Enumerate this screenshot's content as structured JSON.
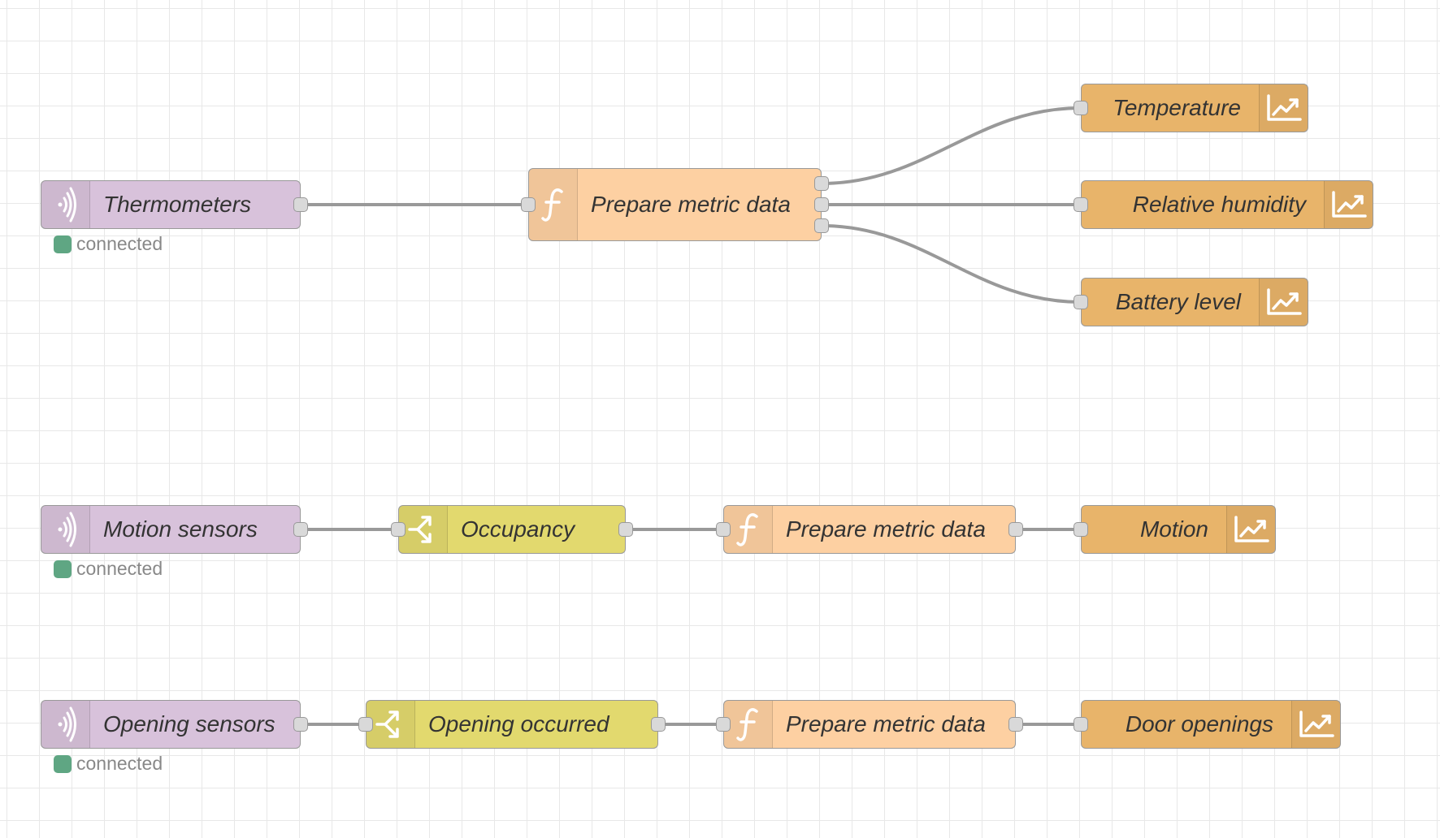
{
  "flow": {
    "colors": {
      "input_node": "#d8c2db",
      "switch_node": "#e2d96e",
      "function_node": "#fdd0a2",
      "output_node": "#e8b46a",
      "wire": "#999999",
      "status_connected": "#5fa683",
      "grid_line": "#e8e8e8",
      "canvas": "#ffffff"
    },
    "nodes": {
      "thermometers": {
        "label": "Thermometers",
        "icon": "bluetooth-icon",
        "status": "connected"
      },
      "prepare_metric_data_1": {
        "label": "Prepare metric data",
        "icon": "function-icon"
      },
      "temperature": {
        "label": "Temperature",
        "icon": "chart-icon"
      },
      "relative_humidity": {
        "label": "Relative humidity",
        "icon": "chart-icon"
      },
      "battery_level": {
        "label": "Battery level",
        "icon": "chart-icon"
      },
      "motion_sensors": {
        "label": "Motion sensors",
        "icon": "bluetooth-icon",
        "status": "connected"
      },
      "occupancy": {
        "label": "Occupancy",
        "icon": "switch-icon"
      },
      "prepare_metric_data_2": {
        "label": "Prepare metric data",
        "icon": "function-icon"
      },
      "motion": {
        "label": "Motion",
        "icon": "chart-icon"
      },
      "opening_sensors": {
        "label": "Opening sensors",
        "icon": "bluetooth-icon",
        "status": "connected"
      },
      "opening_occurred": {
        "label": "Opening occurred",
        "icon": "switch-icon"
      },
      "prepare_metric_data_3": {
        "label": "Prepare metric data",
        "icon": "function-icon"
      },
      "door_openings": {
        "label": "Door openings",
        "icon": "chart-icon"
      }
    }
  }
}
